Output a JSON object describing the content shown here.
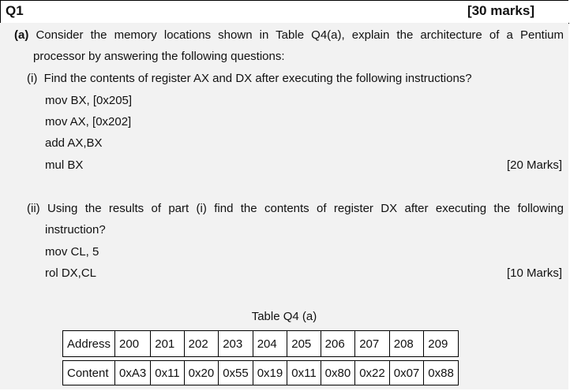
{
  "question": {
    "number": "Q1",
    "total_marks": "[30 marks]"
  },
  "part_a": {
    "label": "(a)",
    "intro_line1": "Consider the memory locations shown in Table Q4(a), explain the architecture of a Pentium",
    "intro_line2": "processor by answering the following questions:"
  },
  "part_i": {
    "label": "(i)",
    "text": "Find the contents of register AX and DX after executing the following instructions?",
    "instructions": [
      "mov BX, [0x205]",
      "mov AX, [0x202]",
      "add AX,BX",
      "mul BX"
    ],
    "marks": "[20 Marks]"
  },
  "part_ii": {
    "label": "(ii)",
    "text_line1": "Using the results of part (i) find the contents of register DX after executing the following",
    "text_line2": "instruction?",
    "instructions": [
      "mov CL, 5",
      "rol DX,CL"
    ],
    "marks": "[10 Marks]"
  },
  "table": {
    "caption": "Table Q4 (a)",
    "row_labels": [
      "Address",
      "Content"
    ],
    "addresses": [
      "200",
      "201",
      "202",
      "203",
      "204",
      "205",
      "206",
      "207",
      "208",
      "209"
    ],
    "contents": [
      "0xA3",
      "0x11",
      "0x20",
      "0x55",
      "0x19",
      "0x11",
      "0x80",
      "0x22",
      "0x07",
      "0x88"
    ]
  }
}
